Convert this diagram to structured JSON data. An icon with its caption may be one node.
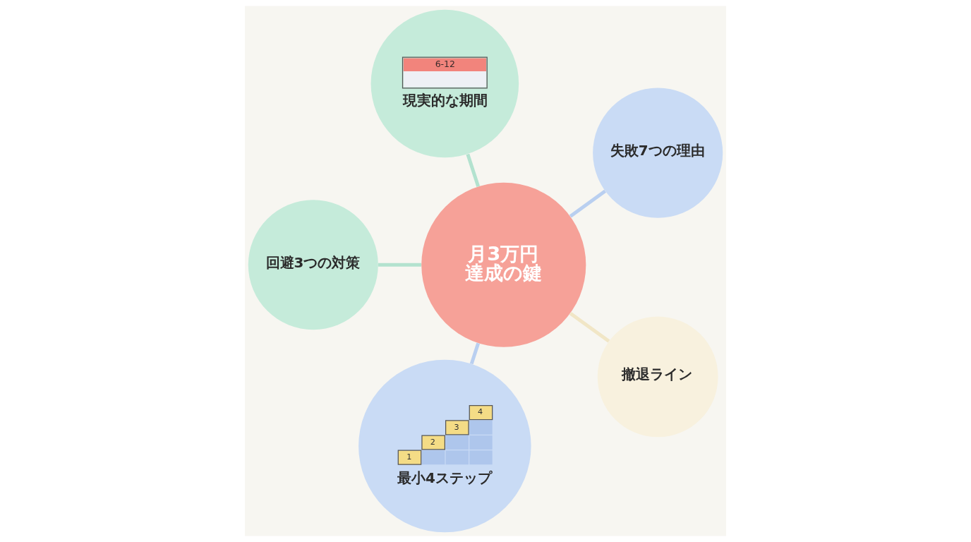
{
  "diagram": {
    "nodes": [
      {
        "text": [
          "月3万円達成の鍵"
        ]
      },
      {
        "text": [
          "失敗7つの理由"
        ]
      },
      {
        "text": [
          "6-12",
          "現実的な期間"
        ]
      },
      {
        "text": [
          "回避3つの対策"
        ]
      },
      {
        "text": [
          "1",
          "2",
          "3",
          "4",
          "最小4ステップ"
        ]
      },
      {
        "text": [
          "撤退ライン"
        ]
      }
    ],
    "edges": [
      {
        "from": 0,
        "to": 1,
        "arrow": "none",
        "color": "#b9cff0"
      },
      {
        "from": 0,
        "to": 2,
        "arrow": "none",
        "color": "#b3e2cf"
      },
      {
        "from": 0,
        "to": 3,
        "arrow": "none",
        "color": "#b3e2cf"
      },
      {
        "from": 0,
        "to": 4,
        "arrow": "none",
        "color": "#b9cff0"
      },
      {
        "from": 0,
        "to": 5,
        "arrow": "none",
        "color": "#f1e6c6"
      }
    ]
  }
}
